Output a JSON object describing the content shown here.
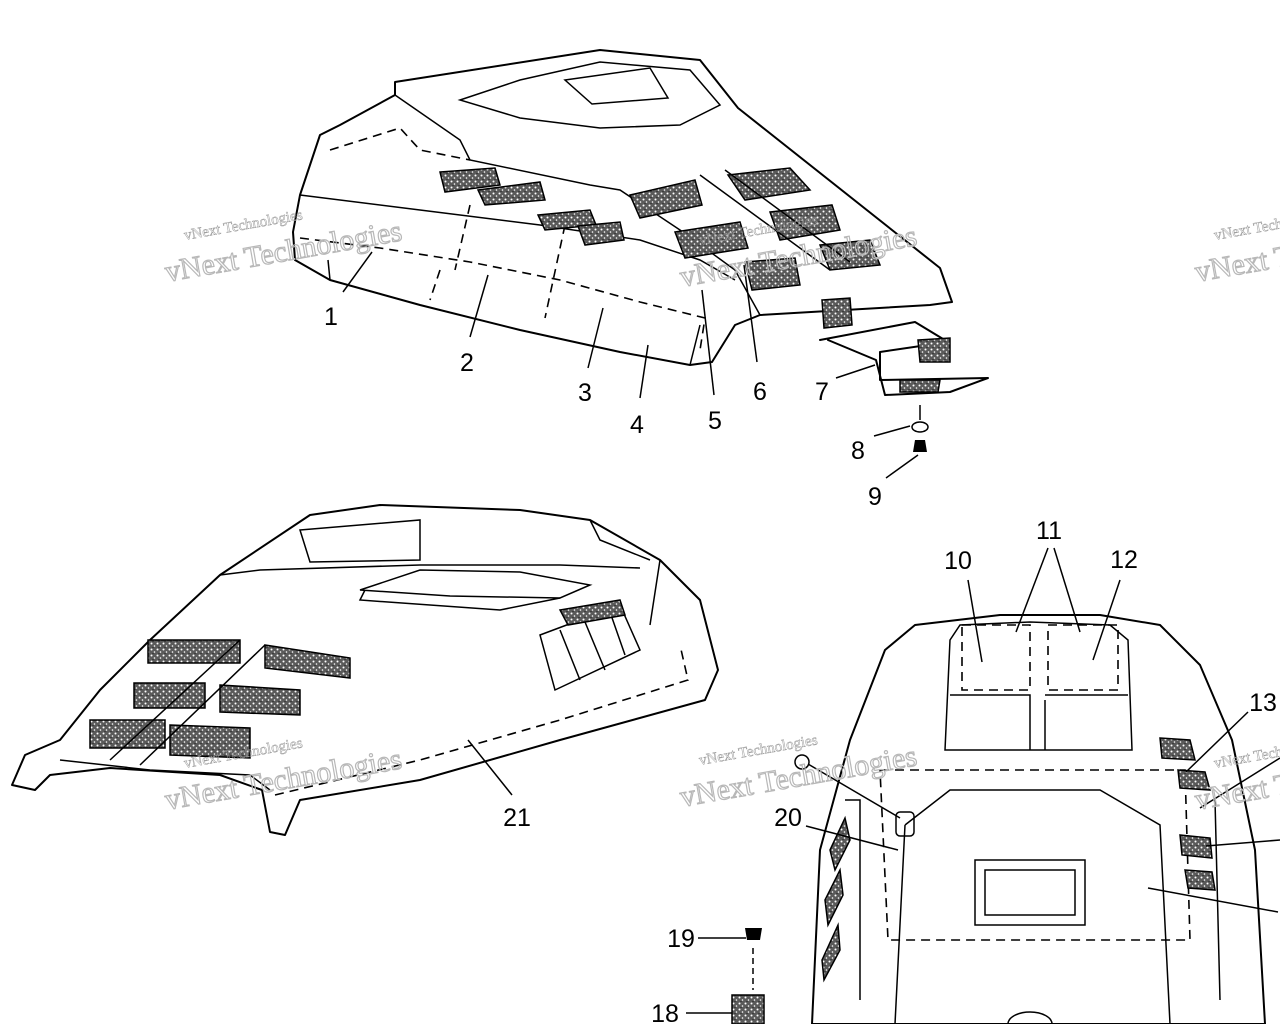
{
  "diagram": {
    "callouts": [
      "1",
      "2",
      "3",
      "4",
      "5",
      "6",
      "7",
      "8",
      "9",
      "10",
      "11",
      "12",
      "13",
      "18",
      "19",
      "20",
      "21"
    ],
    "watermark": {
      "brand_small": "vNext Technologies",
      "brand_large": "vNext Technologies"
    }
  }
}
